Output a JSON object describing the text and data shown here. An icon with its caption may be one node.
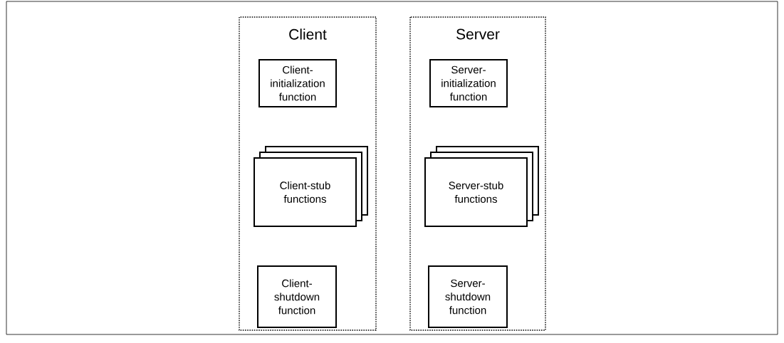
{
  "diagram": {
    "nodes": [
      {
        "text": [
          "Client"
        ]
      },
      {
        "text": [
          "Client-initialization function"
        ],
        "in": 0
      },
      {
        "text": [
          "Client-stub functions"
        ],
        "in": 0
      },
      {
        "text": [
          "Client-shutdown function"
        ],
        "in": 0
      },
      {
        "text": [
          "Server"
        ]
      },
      {
        "text": [
          "Server-initialization function"
        ],
        "in": 4
      },
      {
        "text": [
          "Server-stub functions"
        ],
        "in": 4
      },
      {
        "text": [
          "Server-shutdown function"
        ],
        "in": 4
      }
    ]
  }
}
